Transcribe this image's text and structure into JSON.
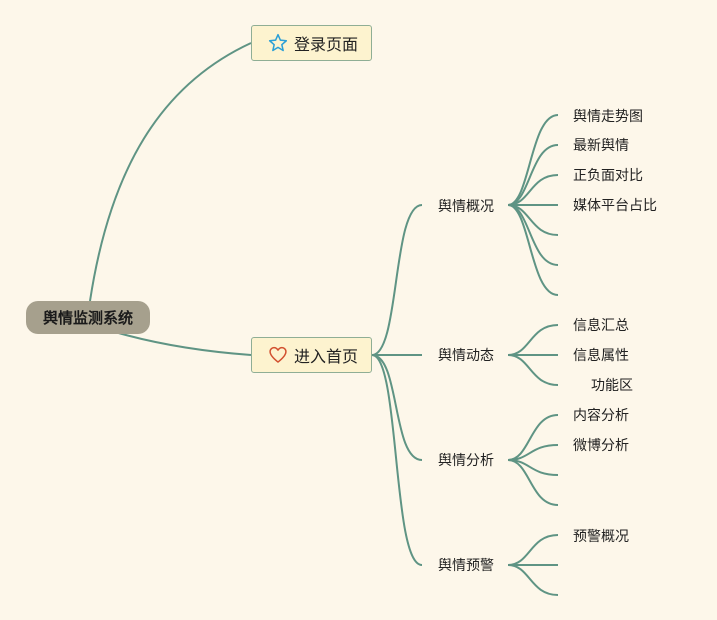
{
  "root": {
    "label": "舆情监测系统"
  },
  "login": {
    "label": "登录页面",
    "icon": "star-icon",
    "icon_color": "#2a9fd6"
  },
  "home": {
    "label": "进入首页",
    "icon": "heart-icon",
    "icon_color": "#d2502f"
  },
  "branches": [
    {
      "label": "舆情概况",
      "children": [
        "舆情走势图",
        "最新舆情",
        "正负面对比",
        "媒体平台占比",
        "",
        "",
        ""
      ]
    },
    {
      "label": "舆情动态",
      "children": [
        "信息汇总",
        "信息属性",
        "功能区"
      ]
    },
    {
      "label": "舆情分析",
      "children": [
        "内容分析",
        "微博分析",
        "",
        ""
      ]
    },
    {
      "label": "舆情预警",
      "children": [
        "预警概况",
        "",
        ""
      ]
    }
  ],
  "colors": {
    "background": "#fdf7ea",
    "link": "#5f9484",
    "root_fill": "#a6a08d",
    "box_fill": "#fdf3cf"
  }
}
